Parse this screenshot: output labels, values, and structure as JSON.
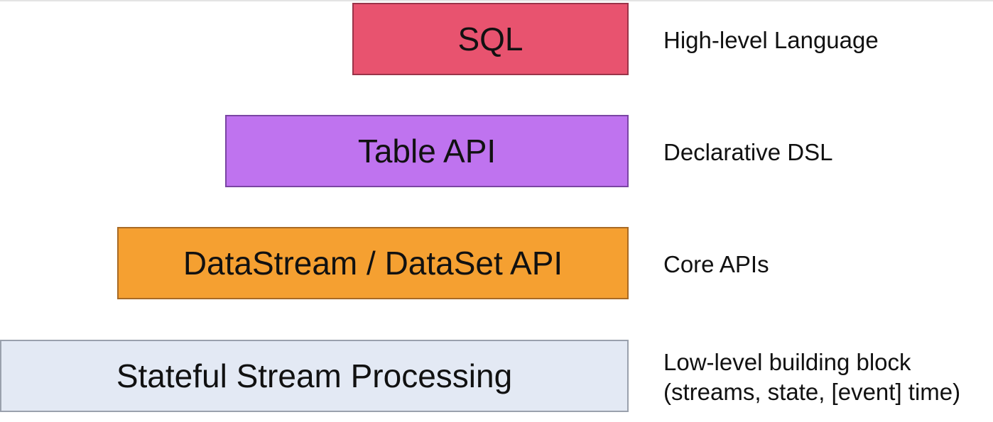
{
  "layers": [
    {
      "id": "sql",
      "label": "SQL",
      "description": [
        "High-level Language"
      ],
      "color": "#e8536f"
    },
    {
      "id": "table",
      "label": "Table API",
      "description": [
        "Declarative DSL"
      ],
      "color": "#bf73ef"
    },
    {
      "id": "datastream",
      "label": "DataStream / DataSet API",
      "description": [
        "Core APIs"
      ],
      "color": "#f5a031"
    },
    {
      "id": "stateful",
      "label": "Stateful Stream Processing",
      "description": [
        "Low-level building block",
        "(streams, state, [event] time)"
      ],
      "color": "#e3e9f4"
    }
  ]
}
